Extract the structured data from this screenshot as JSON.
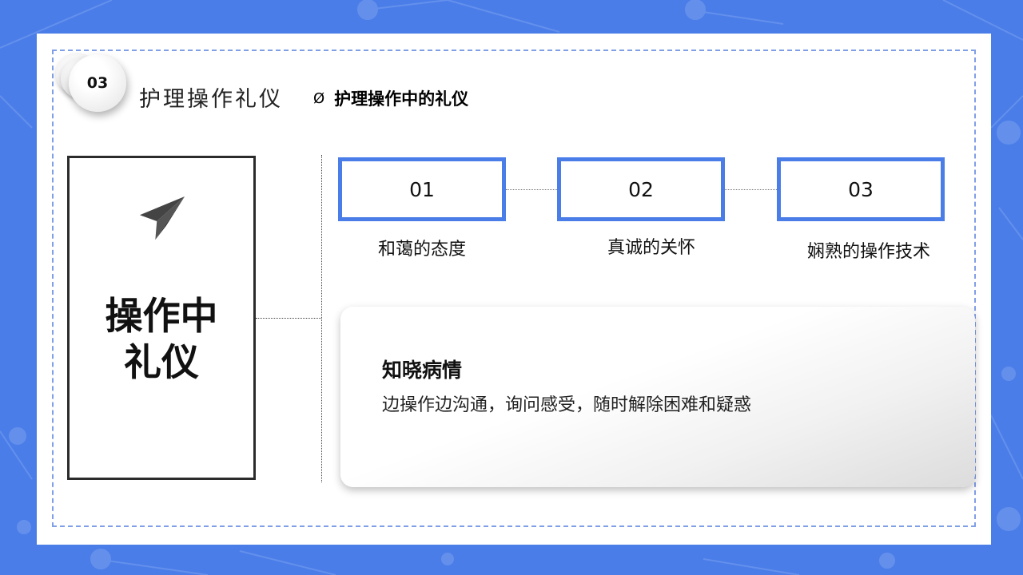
{
  "colors": {
    "background": "#4a7de8",
    "accent_border": "#4a7de8",
    "frame_dash": "#7f9fe6"
  },
  "section": {
    "number": "03",
    "title": "护理操作礼仪"
  },
  "subheading": {
    "bullet": "Ø",
    "text": "护理操作中的礼仪"
  },
  "left_panel": {
    "icon": "paper-plane-icon",
    "title_line1": "操作中",
    "title_line2": "礼仪"
  },
  "steps": [
    {
      "number": "01",
      "label": "和蔼的态度"
    },
    {
      "number": "02",
      "label": "真诚的关怀"
    },
    {
      "number": "03",
      "label": "娴熟的操作技术"
    }
  ],
  "info_card": {
    "title": "知晓病情",
    "body": "边操作边沟通，询问感受，随时解除困难和疑惑"
  }
}
